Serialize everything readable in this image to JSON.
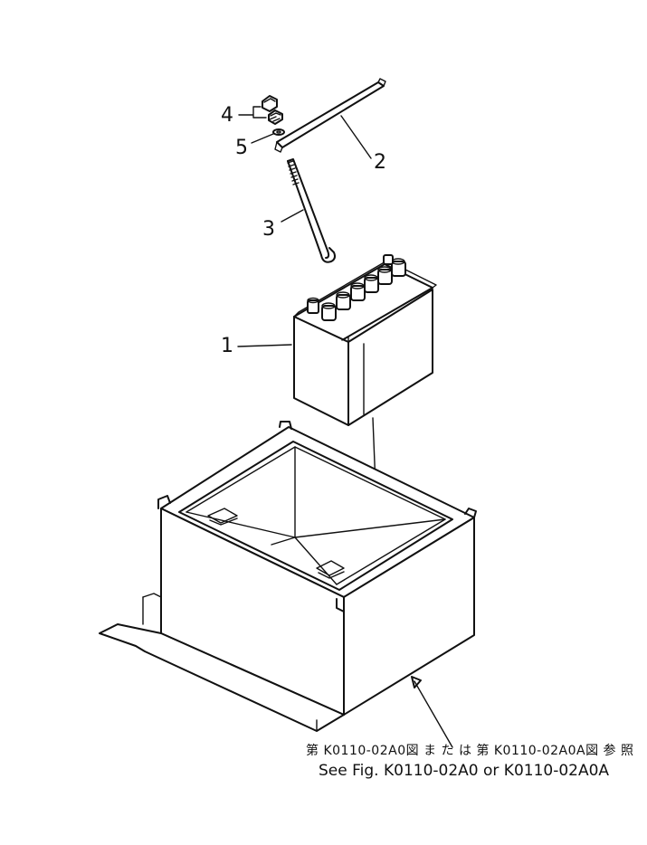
{
  "diagram": {
    "callouts": [
      {
        "id": "1",
        "label": "1"
      },
      {
        "id": "2",
        "label": "2"
      },
      {
        "id": "3",
        "label": "3"
      },
      {
        "id": "4",
        "label": "4"
      },
      {
        "id": "5",
        "label": "5"
      }
    ],
    "reference_note": {
      "japanese": "第 K0110-02A0図 ま た は 第 K0110-02A0A図 参 照",
      "english": "See Fig. K0110-02A0 or K0110-02A0A"
    }
  }
}
